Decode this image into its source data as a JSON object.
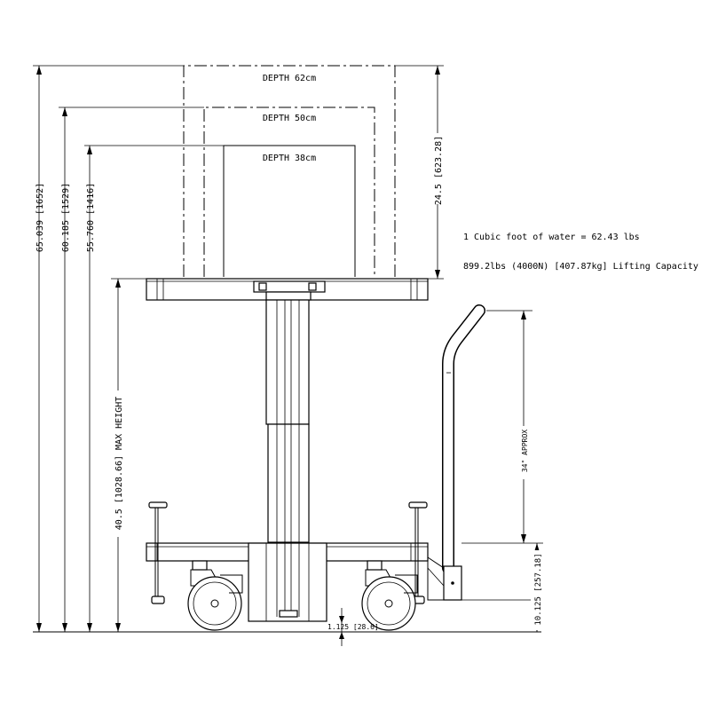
{
  "dimensions": {
    "overall_62": "65.039 [1652]",
    "overall_50": "60.185 [1529]",
    "overall_38": "55.760 [1416]",
    "bin_height": "24.5 [623.28]",
    "max_height": "40.5 [1028.66] MAX HEIGHT",
    "handle_height": "34\" APPROX",
    "base_height": "10.125 [257.18]",
    "ground_clearance": "1.125 [28.6]"
  },
  "depth_labels": {
    "d62": "DEPTH 62cm",
    "d50": "DEPTH 50cm",
    "d38": "DEPTH 38cm"
  },
  "notes": {
    "water": "1 Cubic foot of water = 62.43 lbs",
    "capacity": "899.2lbs (4000N) [407.87kg] Lifting Capacity"
  }
}
